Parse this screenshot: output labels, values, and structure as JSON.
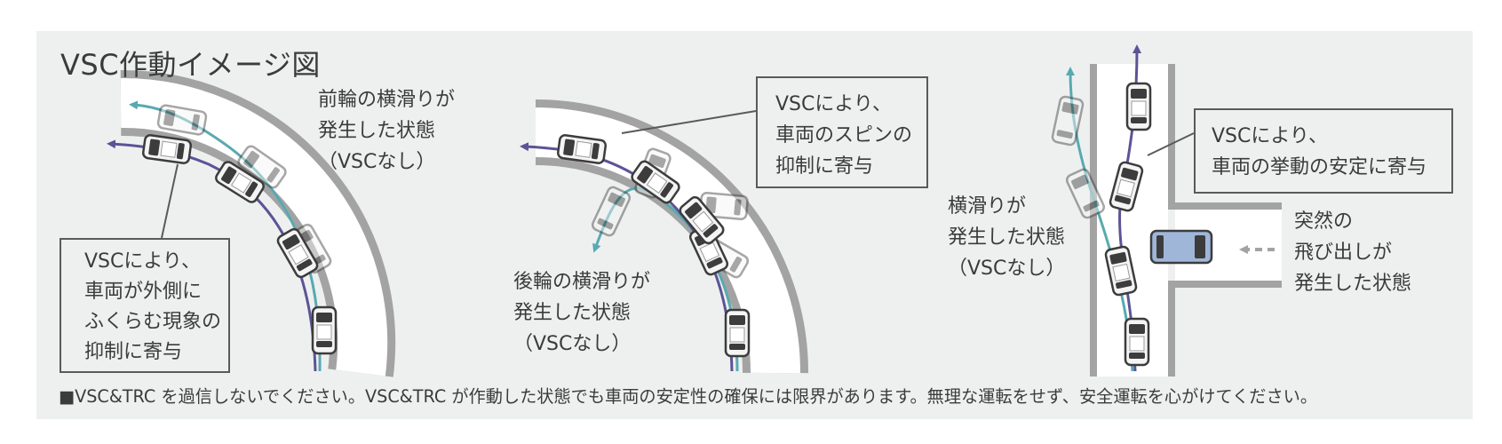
{
  "title": "VSC作動イメージ図",
  "scene1": {
    "state_label": [
      "前輪の横滑りが",
      "発生した状態",
      "（VSCなし）"
    ],
    "vsc_box": [
      "VSCにより、",
      "車両が外側に",
      "ふくらむ現象の",
      "抑制に寄与"
    ]
  },
  "scene2": {
    "vsc_box": [
      "VSCにより、",
      "車両のスピンの",
      "抑制に寄与"
    ],
    "state_label": [
      "後輪の横滑りが",
      "発生した状態",
      "（VSCなし）"
    ]
  },
  "scene3": {
    "state_label": [
      "横滑りが",
      "発生した状態",
      "（VSCなし）"
    ],
    "vsc_box": [
      "VSCにより、",
      "車両の挙動の安定に寄与"
    ],
    "obstacle_label": [
      "突然の",
      "飛び出しが",
      "発生した状態"
    ]
  },
  "disclaimer": "■VSC&TRC を過信しないでください。VSC&TRC が作動した状態でも車両の安定性の確保には限界があります。無理な運転をせず、安全運転を心がけてください。",
  "colors": {
    "panel": "#eef0f0",
    "road_edge": "#a3a3a3",
    "road": "#ffffff",
    "vsc_path": "#5b5496",
    "skid_path": "#58aab0",
    "obstacle_car": "#9fb6d8",
    "text": "#3b3b3b"
  }
}
